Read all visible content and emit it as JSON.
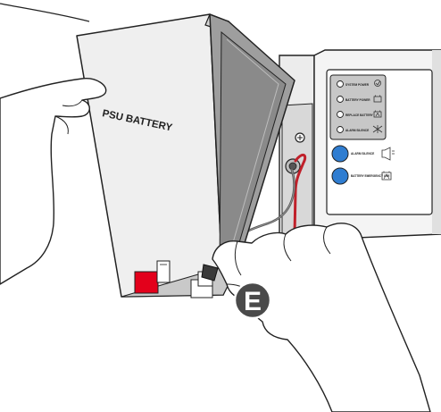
{
  "battery": {
    "label": "PSU BATTERY",
    "terminal_colors": {
      "positive": "#e3001b",
      "negative": "#ffffff"
    }
  },
  "step_marker": {
    "letter": "E"
  },
  "panel": {
    "indicators": [
      {
        "text": "SYSTEM POWER",
        "icon": "check-circle-icon"
      },
      {
        "text": "BATTERY POWER",
        "icon": "battery-icon"
      },
      {
        "text": "REPLACE BATTERY",
        "icon": "battery-alert-icon"
      },
      {
        "text": "ALARM SILENCE",
        "icon": "alarm-off-icon"
      }
    ],
    "buttons": [
      {
        "text": "ALARM SILENCE",
        "icon": "horn-icon"
      },
      {
        "text": "BATTERY EMERGENCY USE",
        "icon": "battery-emergency-icon"
      }
    ],
    "button_color": "#2f7dd1",
    "wire_color": "#c0202a"
  }
}
